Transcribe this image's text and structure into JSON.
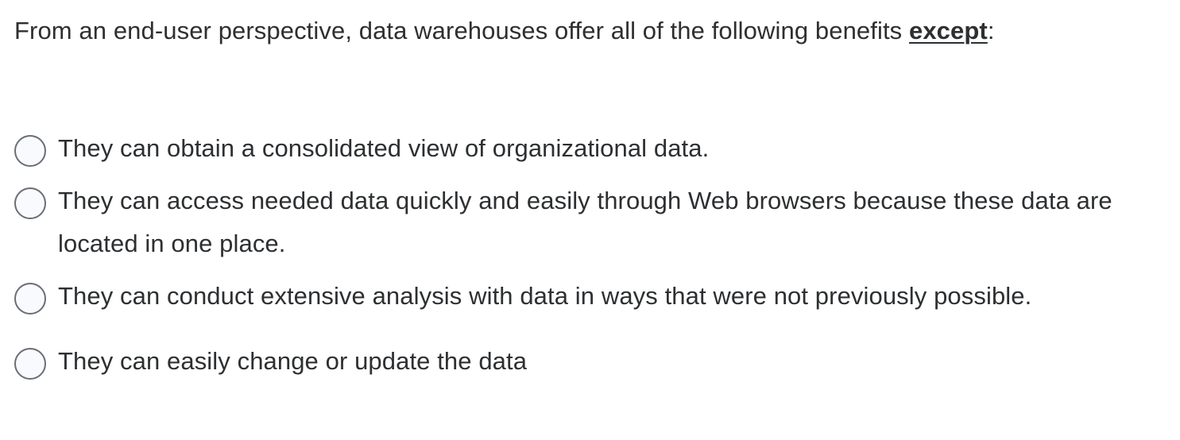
{
  "question": {
    "stem_before_emphasis": "From an end-user perspective, data warehouses offer all of the following benefits ",
    "emphasis": "except",
    "stem_after_emphasis": ":"
  },
  "answers": [
    {
      "id": "option-a",
      "label": "They can obtain a consolidated view of organizational data.",
      "selected": false,
      "radio_icon": "radio-unchecked-icon"
    },
    {
      "id": "option-b",
      "label": "They can access needed data quickly and easily through Web browsers because these data are located in one place.",
      "selected": false,
      "radio_icon": "radio-unchecked-icon"
    },
    {
      "id": "option-c",
      "label": "They can conduct extensive analysis with data in ways that were not previously possible.",
      "selected": false,
      "radio_icon": "radio-unchecked-icon"
    },
    {
      "id": "option-d",
      "label": "They can easily change or update the data",
      "selected": false,
      "radio_icon": "radio-unchecked-icon"
    }
  ],
  "colors": {
    "text": "#2d2f31",
    "radio_border": "#6a6e76",
    "radio_fill": "#f9fafd",
    "background": "#ffffff"
  }
}
